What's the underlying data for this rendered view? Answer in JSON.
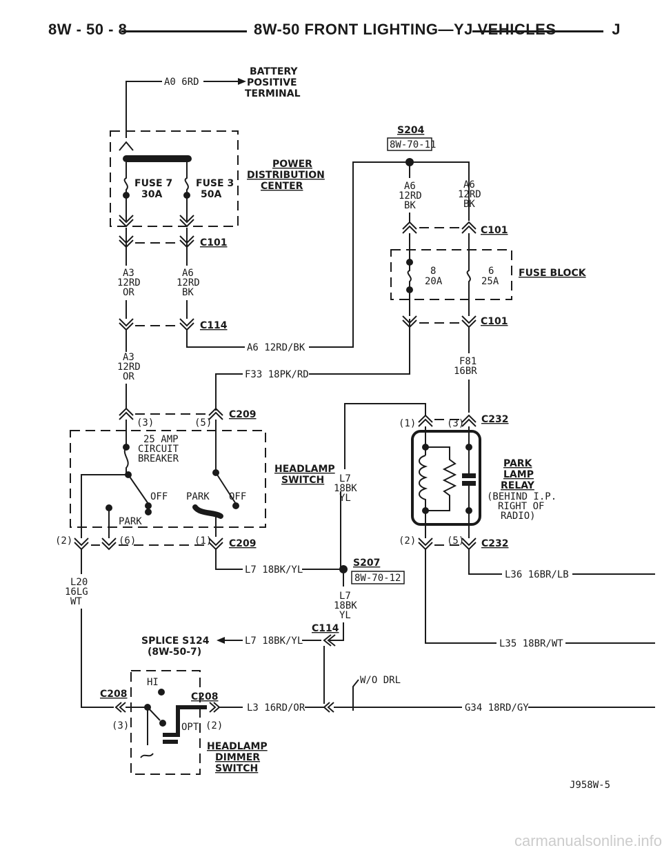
{
  "header": {
    "left": "8W - 50 - 8",
    "title": "8W-50 FRONT LIGHTING—YJ VEHICLES",
    "right": "J"
  },
  "labels": {
    "battery_line1": "BATTERY",
    "battery_line2": "POSITIVE",
    "battery_line3": "TERMINAL",
    "a0_wire": "A0 6RD",
    "pdc_line1": "POWER",
    "pdc_line2": "DISTRIBUTION",
    "pdc_line3": "CENTER",
    "fuse7_line1": "FUSE 7",
    "fuse7_line2": "30A",
    "fuse3_line1": "FUSE 3",
    "fuse3_line2": "50A",
    "c101_a": "C101",
    "a3_line1": "A3",
    "a3_line2": "12RD",
    "a3_line3": "OR",
    "a6_line1": "A6",
    "a6_line2": "12RD",
    "a6_line3": "BK",
    "c114_a": "C114",
    "a6_wire": "A6 12RD/BK",
    "a3b_line1": "A3",
    "a3b_line2": "12RD",
    "a3b_line3": "OR",
    "f33_wire": "F33 18PK/RD",
    "s204": "S204",
    "s204_ref": "8W-70-11",
    "a6l_line1": "A6",
    "a6l_line2": "12RD",
    "a6l_line3": "BK",
    "a6r_line1": "A6",
    "a6r_line2": "12RD",
    "a6r_line3": "BK",
    "c101_b": "C101",
    "fuse8_line1": "8",
    "fuse8_line2": "20A",
    "fuse6_line1": "6",
    "fuse6_line2": "25A",
    "fuse_block": "FUSE BLOCK",
    "c101_c": "C101",
    "f81_line1": "F81",
    "f81_line2": "16BR",
    "c209_a": "C209",
    "pin3": "(3)",
    "pin5": "(5)",
    "cb_line1": "25 AMP",
    "cb_line2": "CIRCUIT",
    "cb_line3": "BREAKER",
    "headlamp_sw_line1": "HEADLAMP",
    "headlamp_sw_line2": "SWITCH",
    "off1": "OFF",
    "park1": "PARK",
    "off2": "OFF",
    "park2": "PARK",
    "pin2": "(2)",
    "pin6": "(6)",
    "pin1": "(1)",
    "c209_b": "C209",
    "l7_line1": "L7",
    "l7_line2": "18BK",
    "l7_line3": "YL",
    "c232_a": "C232",
    "rel_pin1": "(1)",
    "rel_pin3": "(3)",
    "park_lamp_line1": "PARK",
    "park_lamp_line2": "LAMP",
    "park_lamp_line3": "RELAY",
    "relay_loc_line1": "(BEHIND I.P.",
    "relay_loc_line2": "RIGHT OF",
    "relay_loc_line3": "RADIO)",
    "rel_pin2": "(2)",
    "rel_pin5": "(5)",
    "c232_b": "C232",
    "l20_line1": "L20",
    "l20_line2": "16LG",
    "l20_line3": "WT",
    "l7_wire": "L7 18BK/YL",
    "s207": "S207",
    "s207_ref": "8W-70-12",
    "l36_wire": "L36 16BR/LB",
    "l7b_line1": "L7",
    "l7b_line2": "18BK",
    "l7b_line3": "YL",
    "c114_b": "C114",
    "splice_line1": "SPLICE S124",
    "splice_line2": "(8W-50-7)",
    "l7_wire2": "L7 18BK/YL",
    "l35_wire": "L35 18BR/WT",
    "hi": "HI",
    "c208_a": "C208",
    "c208_b": "C208",
    "wo_drl": "W/O DRL",
    "l3_wire": "L3 16RD/OR",
    "g34_wire": "G34 18RD/GY",
    "dim_pin3": "(3)",
    "dim_opt": "OPT",
    "dim_pin2": "(2)",
    "dimmer_line1": "HEADLAMP",
    "dimmer_line2": "DIMMER",
    "dimmer_line3": "SWITCH",
    "figure_id": "J958W-5"
  },
  "footer": {
    "watermark": "carmanualsonline.info"
  }
}
